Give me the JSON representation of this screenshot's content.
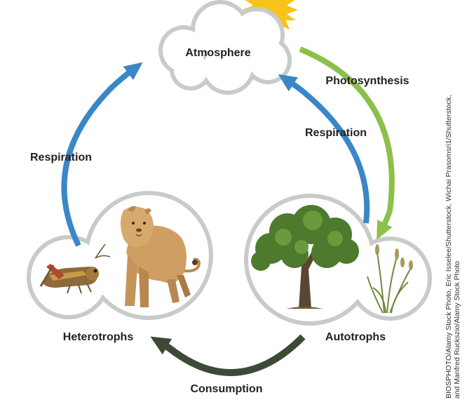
{
  "nodes": {
    "atmosphere": "Atmosphere",
    "heterotrophs": "Heterotrophs",
    "autotrophs": "Autotrophs"
  },
  "processes": {
    "photosynthesis": "Photosynthesis",
    "respiration_autotrophs": "Respiration",
    "respiration_heterotrophs": "Respiration",
    "consumption": "Consumption"
  },
  "credit": {
    "line1": "BIOSPHOTO/Alamy Stock Photo, Eric Isselee/Shutterstock, Wichai Prasomsri1/Shutterstock,",
    "line2": "and Manfred Ruckszio/Alamy Stock Photo"
  },
  "colors": {
    "respiration": "#3a87c8",
    "photosynthesis": "#8cc04a",
    "consumption": "#3d4a36",
    "cloud_outline": "#c7ccc8",
    "sun": "#f7c21a"
  },
  "icons": [
    "sun-icon",
    "grasshopper-icon",
    "lion-icon",
    "tree-icon",
    "grass-icon"
  ]
}
